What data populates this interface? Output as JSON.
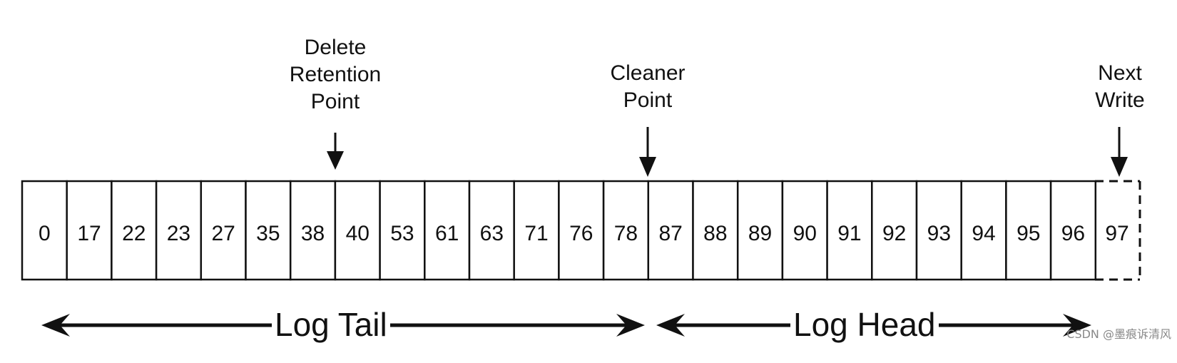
{
  "pointers": {
    "delete_retention": "Delete\nRetention\nPoint",
    "cleaner": "Cleaner\nPoint",
    "next_write": "Next\nWrite"
  },
  "offsets": [
    "0",
    "17",
    "22",
    "23",
    "27",
    "35",
    "38",
    "40",
    "53",
    "61",
    "63",
    "71",
    "76",
    "78",
    "87",
    "88",
    "89",
    "90",
    "91",
    "92",
    "93",
    "94",
    "95",
    "96"
  ],
  "next_offset": "97",
  "regions": {
    "tail": "Log Tail",
    "head": "Log Head"
  },
  "watermark": "CSDN @墨痕诉清风"
}
